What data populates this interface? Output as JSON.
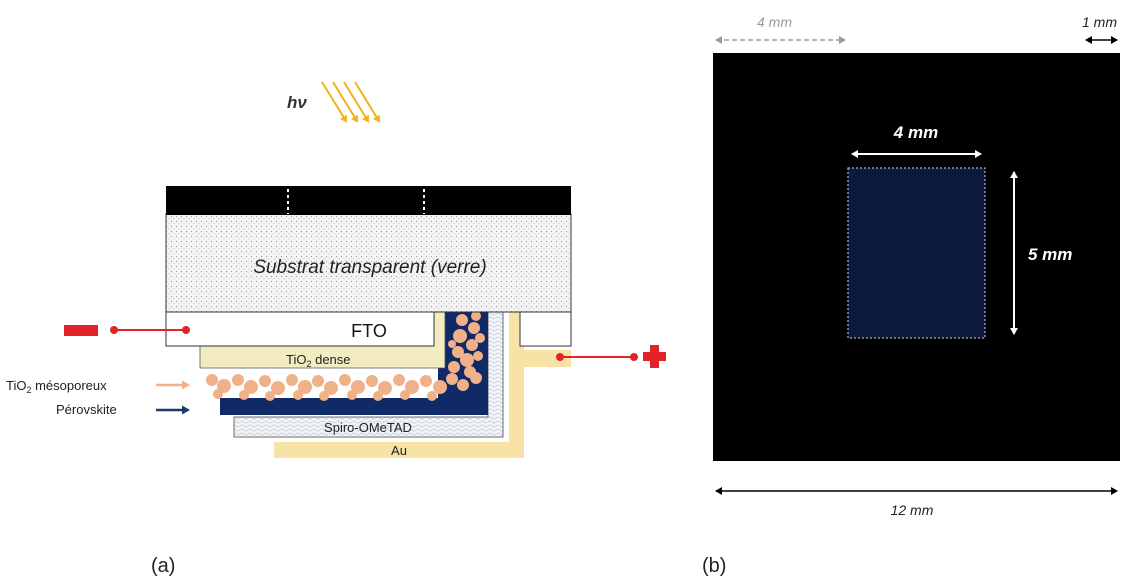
{
  "panel_a": {
    "caption": "(a)",
    "hv": "hν",
    "substrate": "Substrat transparent (verre)",
    "fto": "FTO",
    "tio2_dense_main": "TiO",
    "tio2_dense_sub": "2",
    "tio2_dense_rest": " dense",
    "spiro": "Spiro-OMeTAD",
    "au": "Au",
    "legend_meso_main": "TiO",
    "legend_meso_sub": "2",
    "legend_meso_rest": " mésoporeux",
    "legend_perov": "Pérovskite",
    "colors": {
      "glass_top": "#000000",
      "fto": "#ffffff",
      "tio2_dense": "#f3ecc2",
      "mesoporous": "#f0b088",
      "perovskite": "#0f2a66",
      "spiro": "#eef2f6",
      "au": "#f7e3a6",
      "electrode": "#e0242a",
      "light": "#f2b21a",
      "perov_arrow": "#1f3a6a"
    }
  },
  "panel_b": {
    "caption": "(b)",
    "dim_top_left": "4 mm",
    "dim_top_right": "1 mm",
    "dim_inner_width": "4 mm",
    "dim_inner_height": "5 mm",
    "dim_bottom": "12 mm",
    "colors": {
      "substrate": "#000000",
      "active_area": "#0d1a3d"
    }
  }
}
